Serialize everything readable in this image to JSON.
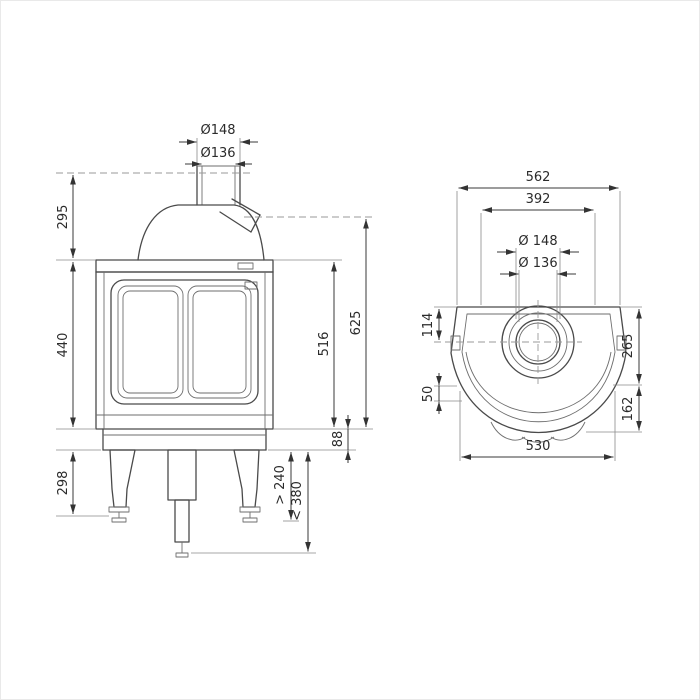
{
  "front_view": {
    "flue_outer": "Ø148",
    "flue_inner": "Ø136",
    "h_top": "295",
    "h_body": "440",
    "h_legs": "298",
    "h_opening": "516",
    "h_flue_axis": "625",
    "h_base": "88",
    "h_ped_min": "> 240",
    "h_ped_max": "< 380"
  },
  "top_view": {
    "w_overall": "562",
    "w_body": "392",
    "flue_outer": "Ø 148",
    "flue_inner": "Ø 136",
    "d_flue_center": "114",
    "d_front_edge": "50",
    "d_overall": "265",
    "d_front": "162",
    "w_front": "530"
  }
}
